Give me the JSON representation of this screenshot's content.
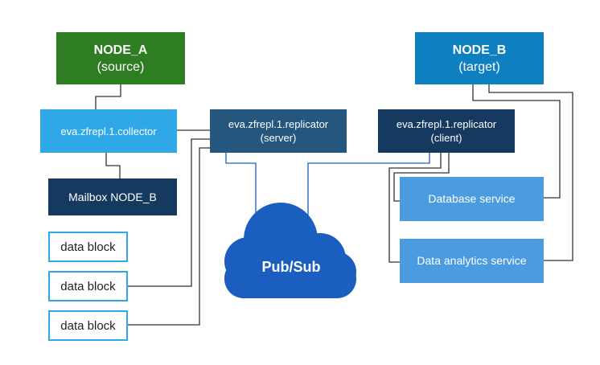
{
  "nodes": {
    "node_a": {
      "title": "NODE_A",
      "subtitle": "(source)"
    },
    "node_b": {
      "title": "NODE_B",
      "subtitle": "(target)"
    },
    "collector": {
      "label": "eva.zfrepl.1.collector"
    },
    "replicator_server": {
      "label": "eva.zfrepl.1.replicator",
      "sublabel": "(server)"
    },
    "replicator_client": {
      "label": "eva.zfrepl.1.replicator",
      "sublabel": "(client)"
    },
    "mailbox": {
      "label": "Mailbox NODE_B"
    },
    "database_service": {
      "label": "Database service"
    },
    "analytics_service": {
      "label": "Data analytics service"
    },
    "pubsub": {
      "label": "Pub/Sub"
    },
    "data_blocks": [
      "data block",
      "data block",
      "data block"
    ]
  },
  "colors": {
    "node_a": "#2e7d23",
    "node_b": "#0e80bf",
    "collector": "#2ea8e6",
    "replicator_server": "#25567e",
    "replicator_client": "#163a5f",
    "mailbox": "#163a5f",
    "services": "#4a9bdf",
    "pubsub": "#1a5ec0",
    "connector": "#333333",
    "pubsub_connector": "#1a5ec0"
  }
}
